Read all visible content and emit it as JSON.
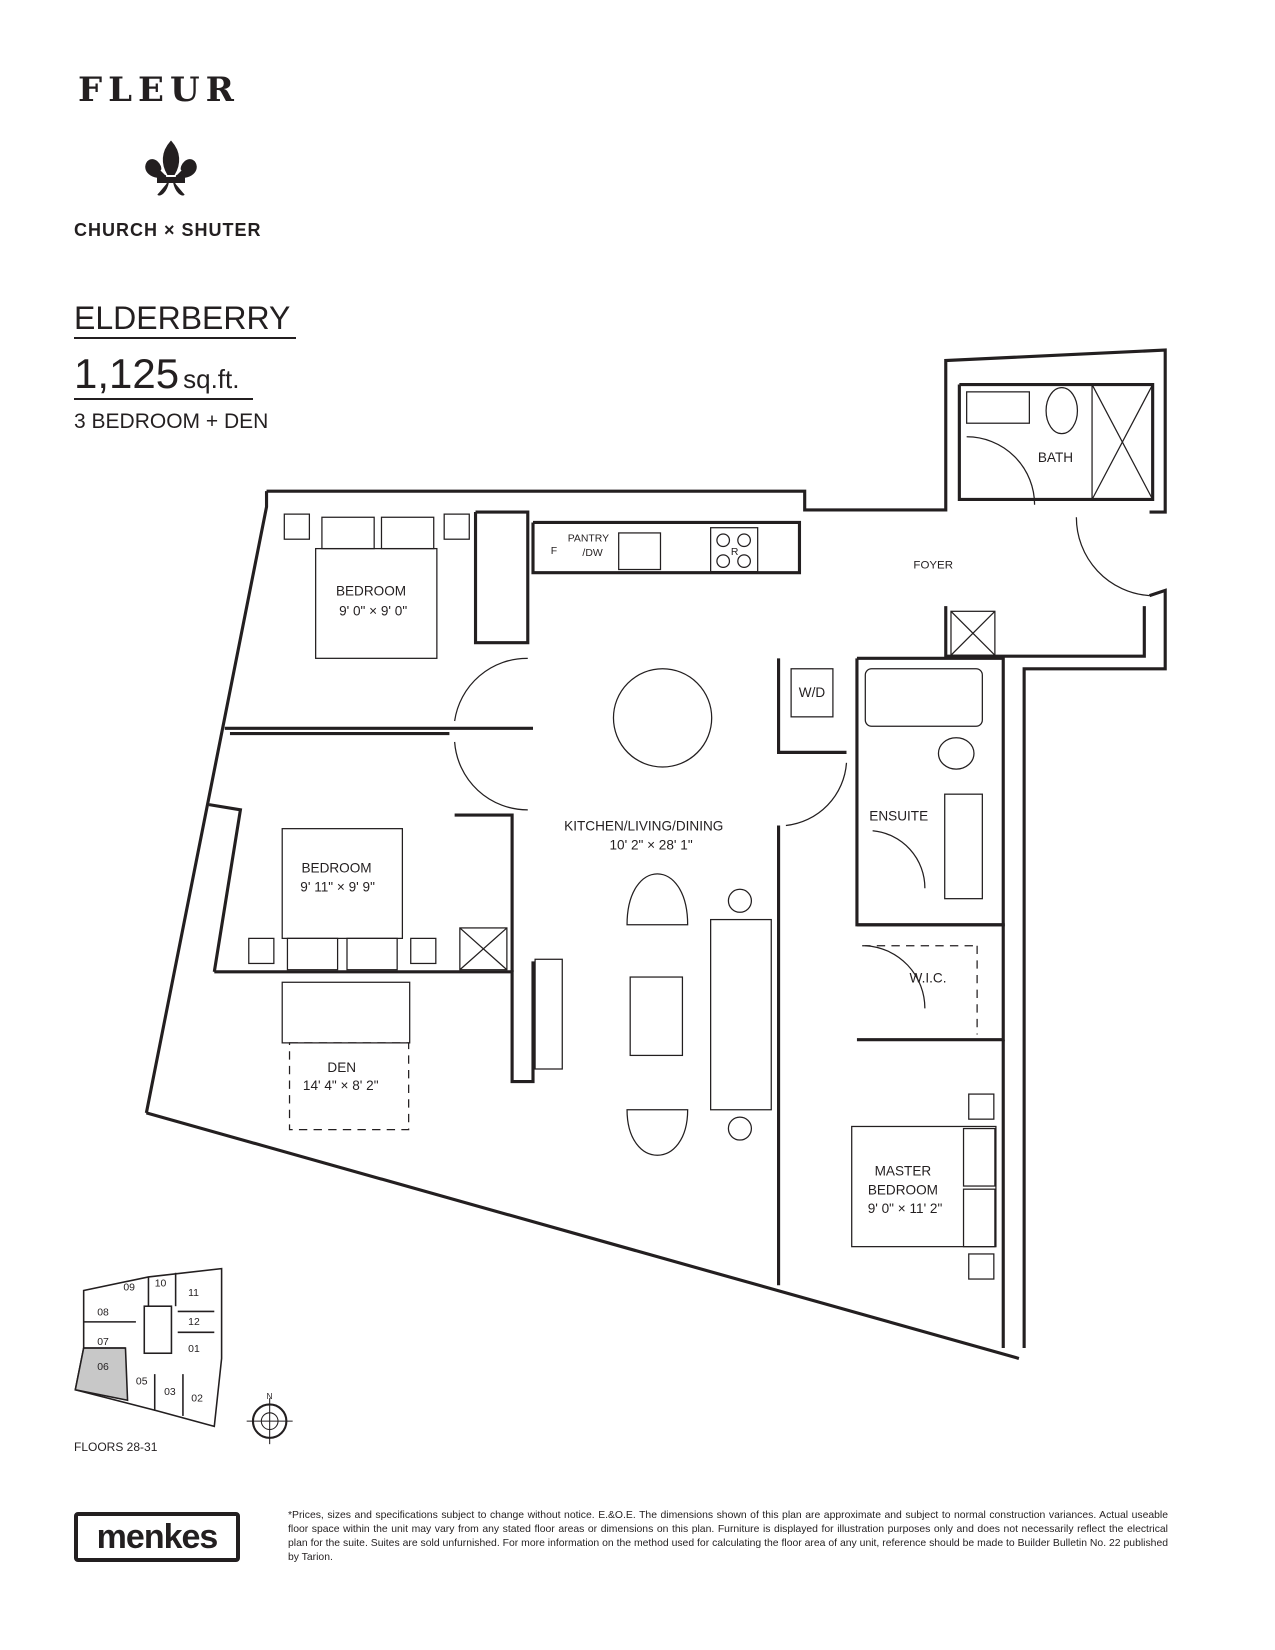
{
  "header": {
    "brand": "FLEUR",
    "location": "CHURCH × SHUTER",
    "suite_name": "ELDERBERRY",
    "area_value": "1,125",
    "area_unit": "sq.ft.",
    "suite_type": "3 BEDROOM + DEN"
  },
  "rooms": {
    "bedroom_top": {
      "label": "BEDROOM",
      "dims": "9' 0\" × 9' 0\""
    },
    "pantry": "PANTRY",
    "dw": "/DW",
    "fridge": "F",
    "range": "R",
    "foyer": "FOYER",
    "bath": "BATH",
    "wd": "W/D",
    "ensuite": "ENSUITE",
    "kitchen": {
      "label": "KITCHEN/LIVING/DINING",
      "dims": "10' 2\" × 28' 1\""
    },
    "bedroom_mid": {
      "label": "BEDROOM",
      "dims": "9' 11\" × 9' 9\""
    },
    "wic": "W.I.C.",
    "den": {
      "label": "DEN",
      "dims": "14' 4\" × 8' 2\""
    },
    "master": {
      "label1": "MASTER",
      "label2": "BEDROOM",
      "dims": "9' 0\" × 11' 2\""
    }
  },
  "keyplate": {
    "units": [
      "09",
      "10",
      "11",
      "08",
      "12",
      "07",
      "01",
      "06",
      "05",
      "03",
      "02"
    ],
    "highlighted": "06",
    "highlight_color": "#c8c8c8",
    "floors": "FLOORS 28-31",
    "compass": "N"
  },
  "footer": {
    "developer": "menkes",
    "disclaimer": "*Prices, sizes and specifications subject to change without notice. E.&O.E. The dimensions shown of this plan are approximate and subject to normal construction variances. Actual useable floor space within the unit may vary from any stated floor areas or dimensions on this plan. Furniture is displayed for illustration purposes only and does not necessarily reflect the electrical plan for the suite. Suites are sold unfurnished. For more information on the method used for calculating the floor area of any unit, reference should be made to Builder Bulletin No. 22 published by Tarion."
  }
}
